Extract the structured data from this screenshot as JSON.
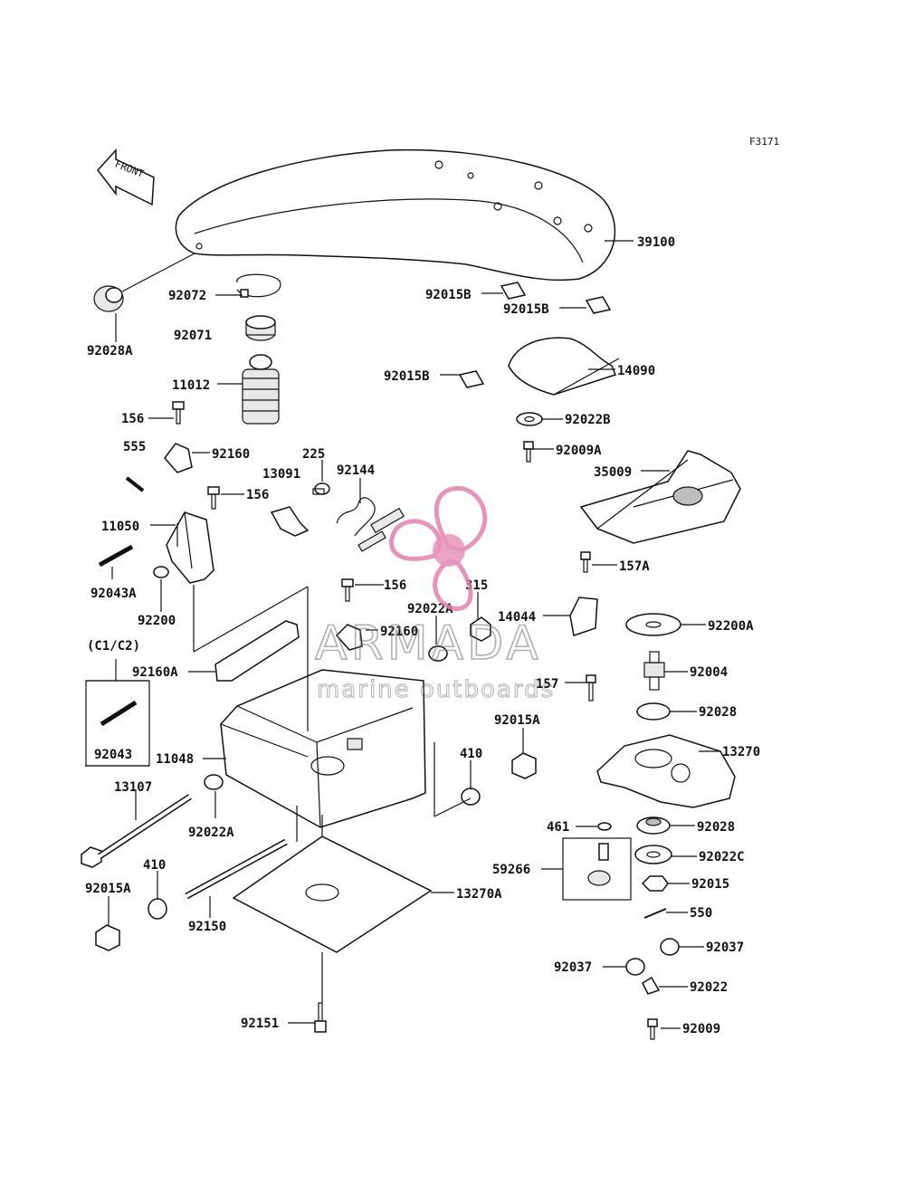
{
  "figure_code": "F3171",
  "front_label": "FRONT",
  "group_label": "(C1/C2)",
  "watermark": {
    "brand": "ARMADA",
    "tagline": "marine outboards",
    "accent": "#e07aa8"
  },
  "labels": [
    "39100",
    "92028A",
    "92072",
    "92071",
    "11012",
    "156",
    "92015B",
    "92015B",
    "92015B",
    "14090",
    "92022B",
    "92009A",
    "35009",
    "157A",
    "555",
    "92160",
    "225",
    "13091",
    "92144",
    "156",
    "11050",
    "92043A",
    "92200",
    "156",
    "315",
    "92022A",
    "14044",
    "92200A",
    "92160",
    "92160A",
    "92004",
    "157",
    "92028",
    "92043",
    "92015A",
    "11048",
    "13270",
    "410",
    "13107",
    "92022A",
    "461",
    "92028",
    "59266",
    "92022C",
    "92015",
    "410",
    "92015A",
    "13270A",
    "550",
    "92150",
    "92037",
    "92037",
    "92022",
    "92151",
    "92009"
  ]
}
